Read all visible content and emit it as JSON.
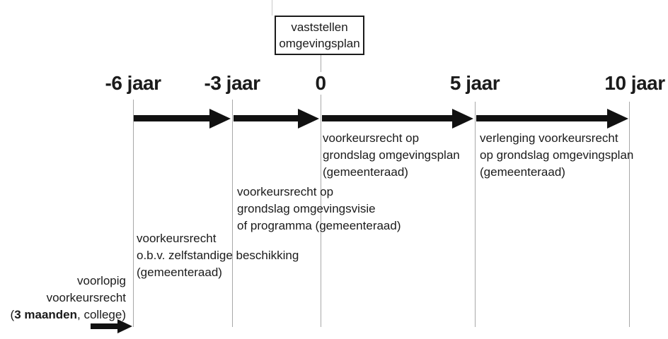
{
  "colors": {
    "ink": "#1b1b1b",
    "tick_line": "#a8a8a8",
    "background": "#ffffff"
  },
  "top_box": {
    "line1": "vaststellen",
    "line2": "omgevingsplan"
  },
  "timeline": {
    "tick_labels": [
      "-6 jaar",
      "-3 jaar",
      "0",
      "5 jaar",
      "10 jaar"
    ]
  },
  "annotations": {
    "plan": "voorkeursrecht op\ngrondslag omgevingsplan\n(gemeenteraad)",
    "verlenging": "verlenging voorkeursrecht\nop grondslag omgevingsplan\n(gemeenteraad)",
    "visie": "voorkeursrecht op\ngrondslag omgevingsvisie\nof programma (gemeenteraad)",
    "beschikking": "voorkeursrecht\no.b.v. zelfstandige beschikking\n(gemeenteraad)",
    "voorlopig": {
      "line1": "voorlopig",
      "line2": "voorkeursrecht",
      "line3_open": "(",
      "line3_bold": "3 maanden",
      "line3_rest": ", college)"
    }
  }
}
